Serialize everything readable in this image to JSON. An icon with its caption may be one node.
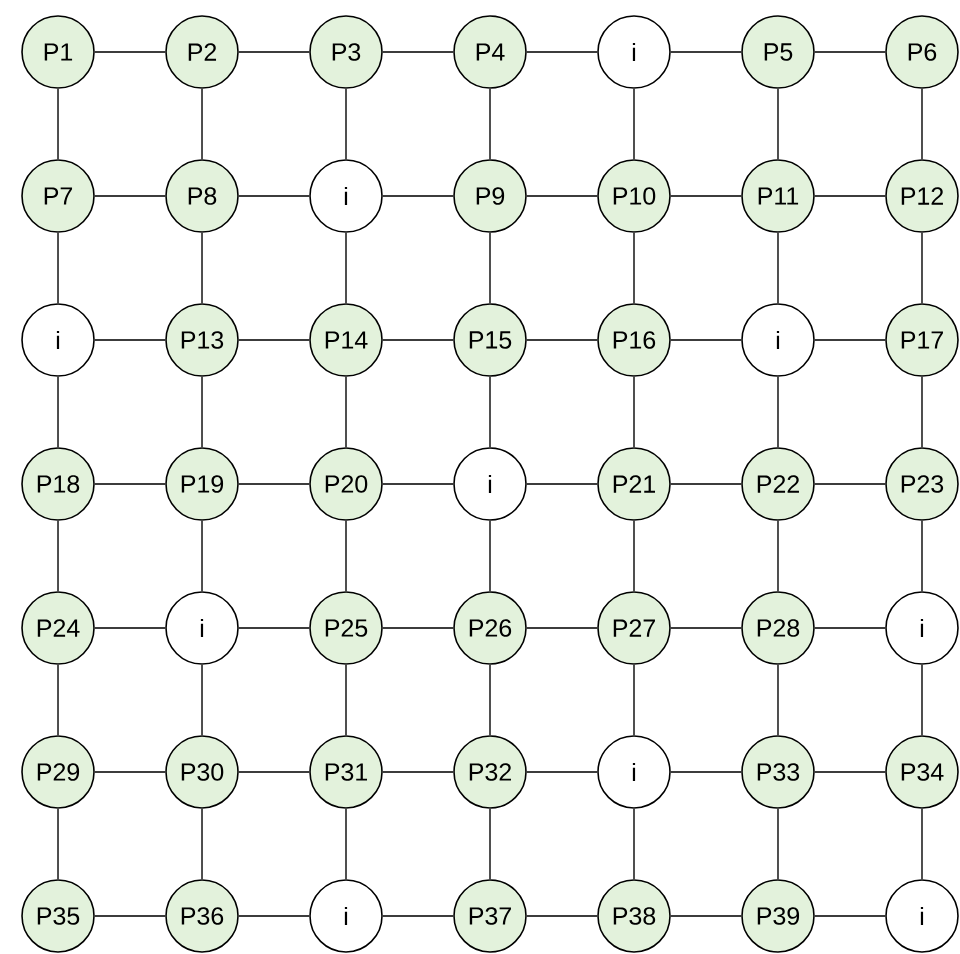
{
  "diagram": {
    "nodes": [
      {
        "text": [
          "P1"
        ]
      },
      {
        "text": [
          "P2"
        ]
      },
      {
        "text": [
          "P3"
        ]
      },
      {
        "text": [
          "P4"
        ]
      },
      {
        "text": [
          "i"
        ]
      },
      {
        "text": [
          "P5"
        ]
      },
      {
        "text": [
          "P6"
        ]
      },
      {
        "text": [
          "P7"
        ]
      },
      {
        "text": [
          "P8"
        ]
      },
      {
        "text": [
          "i"
        ]
      },
      {
        "text": [
          "P9"
        ]
      },
      {
        "text": [
          "P10"
        ]
      },
      {
        "text": [
          "P11"
        ]
      },
      {
        "text": [
          "P12"
        ]
      },
      {
        "text": [
          "i"
        ]
      },
      {
        "text": [
          "P13"
        ]
      },
      {
        "text": [
          "P14"
        ]
      },
      {
        "text": [
          "P15"
        ]
      },
      {
        "text": [
          "P16"
        ]
      },
      {
        "text": [
          "i"
        ]
      },
      {
        "text": [
          "P17"
        ]
      },
      {
        "text": [
          "P18"
        ]
      },
      {
        "text": [
          "P19"
        ]
      },
      {
        "text": [
          "P20"
        ]
      },
      {
        "text": [
          "i"
        ]
      },
      {
        "text": [
          "P21"
        ]
      },
      {
        "text": [
          "P22"
        ]
      },
      {
        "text": [
          "P23"
        ]
      },
      {
        "text": [
          "P24"
        ]
      },
      {
        "text": [
          "i"
        ]
      },
      {
        "text": [
          "P25"
        ]
      },
      {
        "text": [
          "P26"
        ]
      },
      {
        "text": [
          "P27"
        ]
      },
      {
        "text": [
          "P28"
        ]
      },
      {
        "text": [
          "i"
        ]
      },
      {
        "text": [
          "P29"
        ]
      },
      {
        "text": [
          "P30"
        ]
      },
      {
        "text": [
          "P31"
        ]
      },
      {
        "text": [
          "P32"
        ]
      },
      {
        "text": [
          "i"
        ]
      },
      {
        "text": [
          "P33"
        ]
      },
      {
        "text": [
          "P34"
        ]
      },
      {
        "text": [
          "P35"
        ]
      },
      {
        "text": [
          "P36"
        ]
      },
      {
        "text": [
          "i"
        ]
      },
      {
        "text": [
          "P37"
        ]
      },
      {
        "text": [
          "P38"
        ]
      },
      {
        "text": [
          "P39"
        ]
      },
      {
        "text": [
          "i"
        ]
      }
    ],
    "edges": [
      {
        "from": 0,
        "to": 1,
        "arrow": "none"
      },
      {
        "from": 1,
        "to": 2,
        "arrow": "none"
      },
      {
        "from": 2,
        "to": 3,
        "arrow": "none"
      },
      {
        "from": 3,
        "to": 4,
        "arrow": "none"
      },
      {
        "from": 4,
        "to": 5,
        "arrow": "none"
      },
      {
        "from": 5,
        "to": 6,
        "arrow": "none"
      },
      {
        "from": 7,
        "to": 8,
        "arrow": "none"
      },
      {
        "from": 8,
        "to": 9,
        "arrow": "none"
      },
      {
        "from": 9,
        "to": 10,
        "arrow": "none"
      },
      {
        "from": 10,
        "to": 11,
        "arrow": "none"
      },
      {
        "from": 11,
        "to": 12,
        "arrow": "none"
      },
      {
        "from": 12,
        "to": 13,
        "arrow": "none"
      },
      {
        "from": 14,
        "to": 15,
        "arrow": "none"
      },
      {
        "from": 15,
        "to": 16,
        "arrow": "none"
      },
      {
        "from": 16,
        "to": 17,
        "arrow": "none"
      },
      {
        "from": 17,
        "to": 18,
        "arrow": "none"
      },
      {
        "from": 18,
        "to": 19,
        "arrow": "none"
      },
      {
        "from": 19,
        "to": 20,
        "arrow": "none"
      },
      {
        "from": 21,
        "to": 22,
        "arrow": "none"
      },
      {
        "from": 22,
        "to": 23,
        "arrow": "none"
      },
      {
        "from": 23,
        "to": 24,
        "arrow": "none"
      },
      {
        "from": 24,
        "to": 25,
        "arrow": "none"
      },
      {
        "from": 25,
        "to": 26,
        "arrow": "none"
      },
      {
        "from": 26,
        "to": 27,
        "arrow": "none"
      },
      {
        "from": 28,
        "to": 29,
        "arrow": "none"
      },
      {
        "from": 29,
        "to": 30,
        "arrow": "none"
      },
      {
        "from": 30,
        "to": 31,
        "arrow": "none"
      },
      {
        "from": 31,
        "to": 32,
        "arrow": "none"
      },
      {
        "from": 32,
        "to": 33,
        "arrow": "none"
      },
      {
        "from": 33,
        "to": 34,
        "arrow": "none"
      },
      {
        "from": 35,
        "to": 36,
        "arrow": "none"
      },
      {
        "from": 36,
        "to": 37,
        "arrow": "none"
      },
      {
        "from": 37,
        "to": 38,
        "arrow": "none"
      },
      {
        "from": 38,
        "to": 39,
        "arrow": "none"
      },
      {
        "from": 39,
        "to": 40,
        "arrow": "none"
      },
      {
        "from": 40,
        "to": 41,
        "arrow": "none"
      },
      {
        "from": 42,
        "to": 43,
        "arrow": "none"
      },
      {
        "from": 43,
        "to": 44,
        "arrow": "none"
      },
      {
        "from": 44,
        "to": 45,
        "arrow": "none"
      },
      {
        "from": 45,
        "to": 46,
        "arrow": "none"
      },
      {
        "from": 46,
        "to": 47,
        "arrow": "none"
      },
      {
        "from": 47,
        "to": 48,
        "arrow": "none"
      },
      {
        "from": 0,
        "to": 7,
        "arrow": "none"
      },
      {
        "from": 1,
        "to": 8,
        "arrow": "none"
      },
      {
        "from": 2,
        "to": 9,
        "arrow": "none"
      },
      {
        "from": 3,
        "to": 10,
        "arrow": "none"
      },
      {
        "from": 4,
        "to": 11,
        "arrow": "none"
      },
      {
        "from": 5,
        "to": 12,
        "arrow": "none"
      },
      {
        "from": 6,
        "to": 13,
        "arrow": "none"
      },
      {
        "from": 7,
        "to": 14,
        "arrow": "none"
      },
      {
        "from": 8,
        "to": 15,
        "arrow": "none"
      },
      {
        "from": 9,
        "to": 16,
        "arrow": "none"
      },
      {
        "from": 10,
        "to": 17,
        "arrow": "none"
      },
      {
        "from": 11,
        "to": 18,
        "arrow": "none"
      },
      {
        "from": 12,
        "to": 19,
        "arrow": "none"
      },
      {
        "from": 13,
        "to": 20,
        "arrow": "none"
      },
      {
        "from": 14,
        "to": 21,
        "arrow": "none"
      },
      {
        "from": 15,
        "to": 22,
        "arrow": "none"
      },
      {
        "from": 16,
        "to": 23,
        "arrow": "none"
      },
      {
        "from": 17,
        "to": 24,
        "arrow": "none"
      },
      {
        "from": 18,
        "to": 25,
        "arrow": "none"
      },
      {
        "from": 19,
        "to": 26,
        "arrow": "none"
      },
      {
        "from": 20,
        "to": 27,
        "arrow": "none"
      },
      {
        "from": 21,
        "to": 28,
        "arrow": "none"
      },
      {
        "from": 22,
        "to": 29,
        "arrow": "none"
      },
      {
        "from": 23,
        "to": 30,
        "arrow": "none"
      },
      {
        "from": 24,
        "to": 31,
        "arrow": "none"
      },
      {
        "from": 25,
        "to": 32,
        "arrow": "none"
      },
      {
        "from": 26,
        "to": 33,
        "arrow": "none"
      },
      {
        "from": 27,
        "to": 34,
        "arrow": "none"
      },
      {
        "from": 28,
        "to": 35,
        "arrow": "none"
      },
      {
        "from": 29,
        "to": 36,
        "arrow": "none"
      },
      {
        "from": 30,
        "to": 37,
        "arrow": "none"
      },
      {
        "from": 31,
        "to": 38,
        "arrow": "none"
      },
      {
        "from": 32,
        "to": 39,
        "arrow": "none"
      },
      {
        "from": 33,
        "to": 40,
        "arrow": "none"
      },
      {
        "from": 34,
        "to": 41,
        "arrow": "none"
      },
      {
        "from": 35,
        "to": 42,
        "arrow": "none"
      },
      {
        "from": 36,
        "to": 43,
        "arrow": "none"
      },
      {
        "from": 37,
        "to": 44,
        "arrow": "none"
      },
      {
        "from": 38,
        "to": 45,
        "arrow": "none"
      },
      {
        "from": 39,
        "to": 46,
        "arrow": "none"
      },
      {
        "from": 40,
        "to": 47,
        "arrow": "none"
      },
      {
        "from": 41,
        "to": 48,
        "arrow": "none"
      }
    ]
  }
}
